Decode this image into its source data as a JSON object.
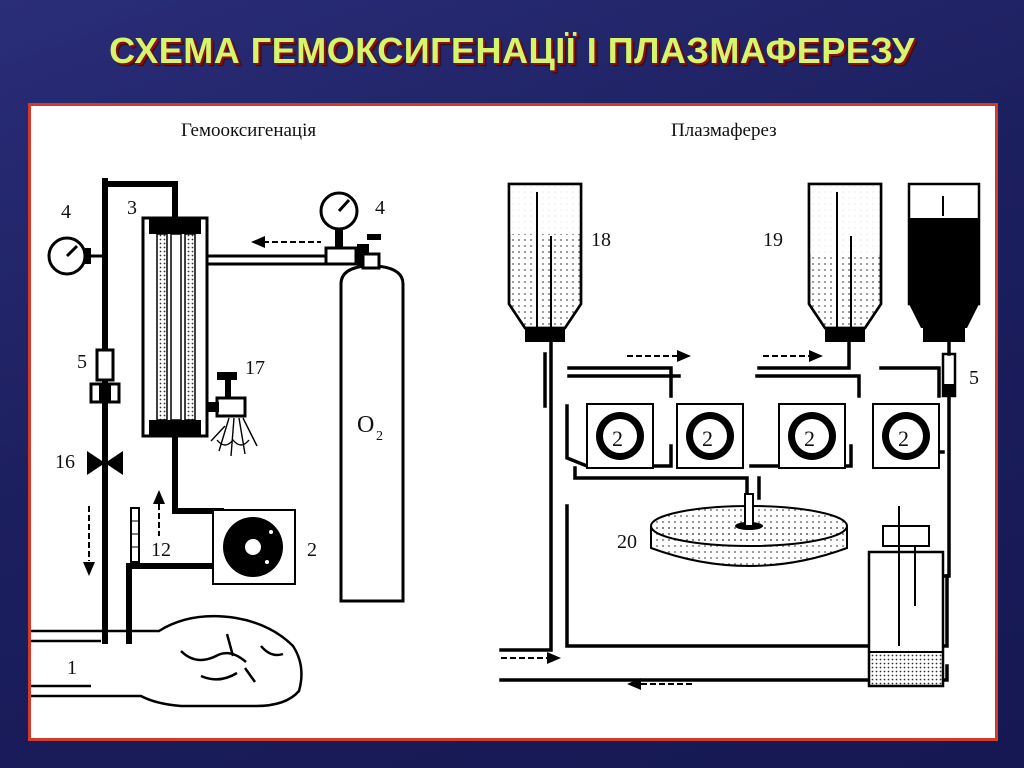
{
  "slide": {
    "title": "СХЕМА ГЕМОКСИГЕНАЦІЇ І ПЛАЗМАФЕРЕЗУ",
    "accent_color": "#d6f56a",
    "frame_color": "#d23b2a"
  },
  "diagram": {
    "left_panel": {
      "title": "Гемооксигенація",
      "labels": {
        "gauge_left": "4",
        "oxygenator": "3",
        "gauge_right": "4",
        "valve": "17",
        "filter": "5",
        "clamp": "16",
        "drip": "12",
        "pump": "2",
        "patient_arm": "1",
        "cylinder_main": "O",
        "cylinder_sub": "2"
      }
    },
    "right_panel": {
      "title": "Плазмаферез",
      "labels": {
        "bottle_left": "18",
        "bottle_mid": "19",
        "filter": "5",
        "pump_1": "2",
        "pump_2": "2",
        "pump_3": "2",
        "pump_4": "2",
        "separator": "20"
      }
    }
  }
}
